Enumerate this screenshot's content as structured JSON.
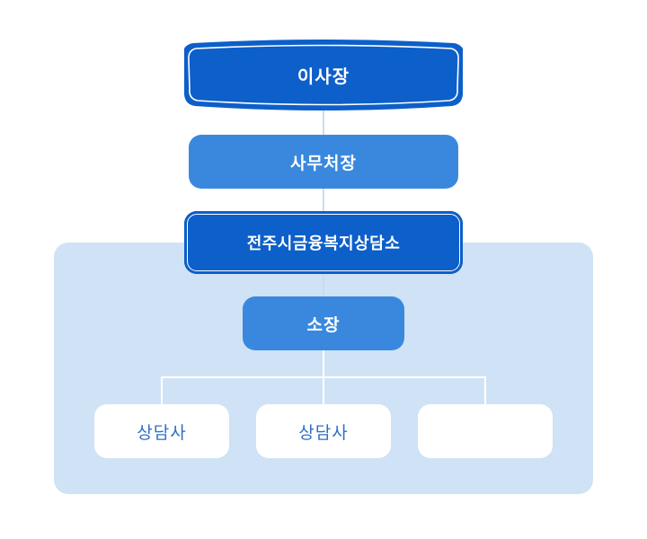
{
  "org": {
    "chairman": "이사장",
    "secretary_general": "사무처장",
    "center": "전주시금융복지상담소",
    "director": "소장",
    "counselors": [
      "상담사",
      "상담사",
      ""
    ]
  },
  "colors": {
    "dark_blue": "#0d5fc9",
    "mid_blue": "#3a88de",
    "panel_blue": "#d0e2f5",
    "counselor_text": "#2f6fc7",
    "connector": "#c9ddf1"
  }
}
